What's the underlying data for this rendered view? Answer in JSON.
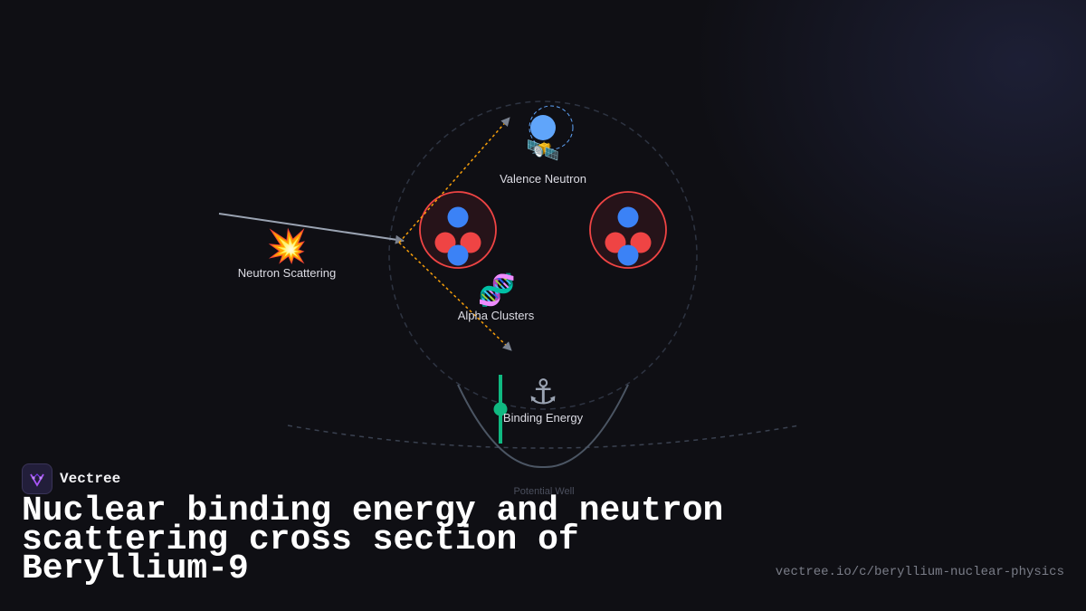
{
  "diagram": {
    "labels": {
      "valence_neutron": "Valence Neutron",
      "neutron_scattering": "Neutron Scattering",
      "alpha_clusters": "Alpha Clusters",
      "binding_energy": "Binding Energy",
      "potential_well": "Potential Well"
    },
    "icons": {
      "satellite": "🛰️",
      "collision": "💥",
      "dna": "🧬",
      "anchor": "⚓"
    },
    "colors": {
      "proton": "#ef4444",
      "neutron": "#3b82f6",
      "valence_neutron": "#60a5fa",
      "scatter_path": "#f59e0b",
      "binding_marker": "#10b981",
      "well": "#475569"
    }
  },
  "brand": {
    "name": "Vectree"
  },
  "title": "Nuclear binding energy and neutron scattering cross section of Beryllium-9",
  "url": "vectree.io/c/beryllium-nuclear-physics"
}
